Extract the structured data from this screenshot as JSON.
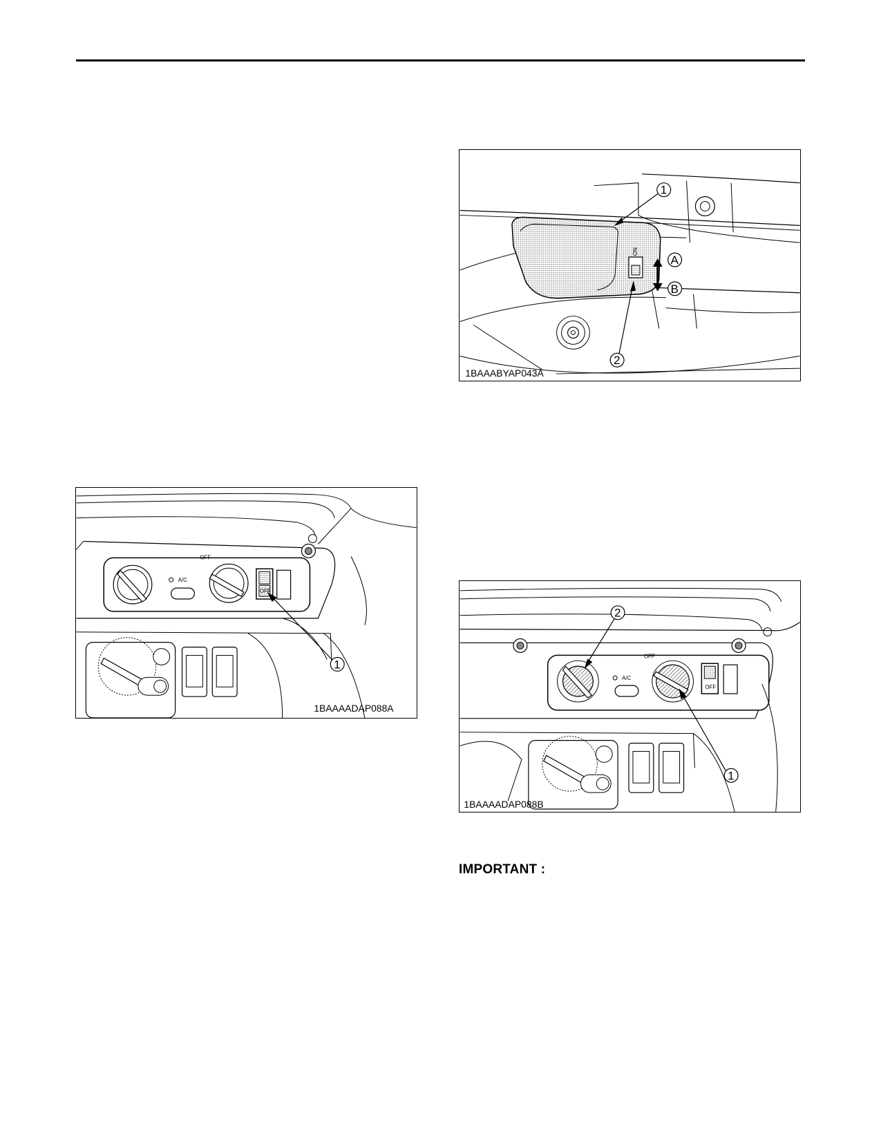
{
  "figures": {
    "room_light": {
      "code": "1BAAABYAP043A",
      "callout_1": "1",
      "callout_2": "2",
      "label_a": "A",
      "label_b": "B",
      "switch_on": "ON"
    },
    "wiper_switch": {
      "code": "1BAAAADAP088A",
      "callout_1": "1",
      "ac_label": "A/C",
      "off_label": "OFF",
      "switch_off": "OFF"
    },
    "heater_controls": {
      "code": "1BAAAADAP088B",
      "callout_1": "1",
      "callout_2": "2",
      "ac_label": "A/C",
      "off_label": "OFF",
      "switch_off": "OFF"
    }
  },
  "notice": {
    "important_label": "IMPORTANT :"
  }
}
